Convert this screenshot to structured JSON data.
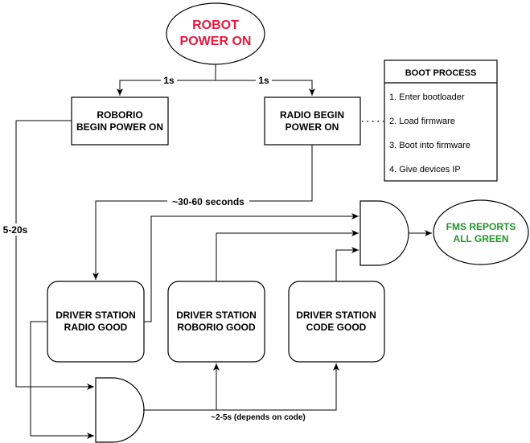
{
  "nodes": {
    "robot_power_on": {
      "line1": "ROBOT",
      "line2": "POWER ON"
    },
    "roborio_begin": {
      "line1": "ROBORIO",
      "line2": "BEGIN POWER ON"
    },
    "radio_begin": {
      "line1": "RADIO BEGIN",
      "line2": "POWER ON"
    },
    "ds_radio_good": {
      "line1": "DRIVER STATION",
      "line2": "RADIO GOOD"
    },
    "ds_roborio_good": {
      "line1": "DRIVER STATION",
      "line2": "ROBORIO GOOD"
    },
    "ds_code_good": {
      "line1": "DRIVER STATION",
      "line2": "CODE GOOD"
    },
    "fms_reports": {
      "line1": "FMS REPORTS",
      "line2": "ALL GREEN"
    }
  },
  "boot_process": {
    "title": "BOOT PROCESS",
    "steps": [
      "1. Enter bootloader",
      "2. Load firmware",
      "3. Boot into firmware",
      "4. Give devices IP"
    ]
  },
  "edge_labels": {
    "to_roborio": "1s",
    "to_radio": "1s",
    "radio_to_ds": "~30-60 seconds",
    "roborio_to_gate": "5-20s",
    "gate_to_ds": "~2-5s (depends on code)"
  },
  "colors": {
    "robot_power_on_text": "#e8173d",
    "fms_reports_text": "#20962a",
    "stroke": "#000000"
  }
}
